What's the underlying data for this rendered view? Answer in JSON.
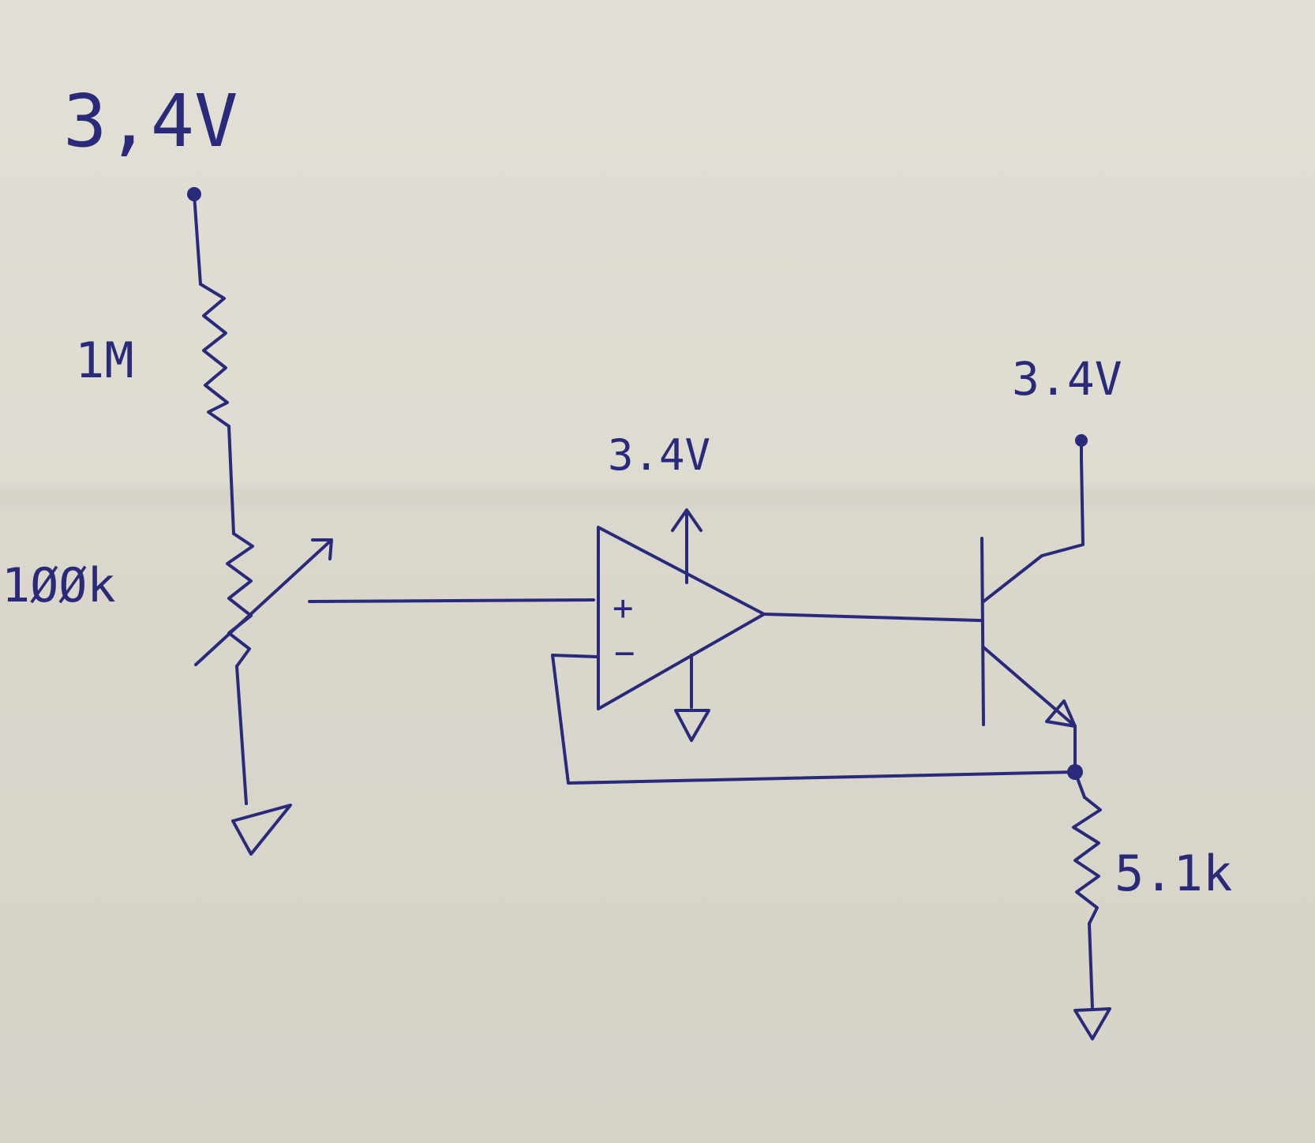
{
  "labels": {
    "supply_top_left": "3,4V",
    "r1_value": "1M",
    "pot_value": "1ØØk",
    "opamp_supply": "3.4V",
    "opamp_plus": "+",
    "opamp_minus": "−",
    "transistor_supply": "3.4V",
    "r_emitter_value": "5.1k"
  },
  "colors": {
    "ink": "#2a2a7a",
    "paper": "#dcd9cf"
  }
}
